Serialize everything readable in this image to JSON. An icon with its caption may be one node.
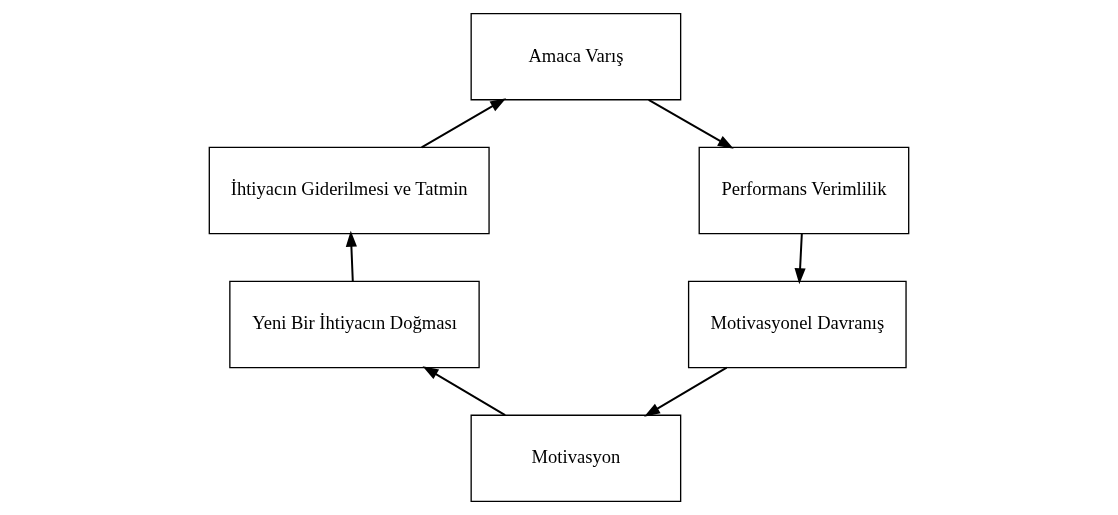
{
  "diagram": {
    "nodes": [
      {
        "text": [
          "Amaca Varış"
        ]
      },
      {
        "text": [
          "İhtiyacın Giderilmesi ve Tatmin"
        ]
      },
      {
        "text": [
          "Performans Verimlilik"
        ]
      },
      {
        "text": [
          "Yeni Bir İhtiyacın Doğması"
        ]
      },
      {
        "text": [
          "Motivasyonel Davranış"
        ]
      },
      {
        "text": [
          "Motivasyon"
        ]
      }
    ],
    "edges": [
      {
        "from": 4,
        "to": 5,
        "arrow": "to"
      },
      {
        "from": 5,
        "to": 3,
        "arrow": "to"
      },
      {
        "from": 3,
        "to": 1,
        "arrow": "to"
      },
      {
        "from": 1,
        "to": 0,
        "arrow": "to"
      },
      {
        "from": 0,
        "to": 2,
        "arrow": "to"
      },
      {
        "from": 2,
        "to": 4,
        "arrow": "to"
      }
    ]
  }
}
